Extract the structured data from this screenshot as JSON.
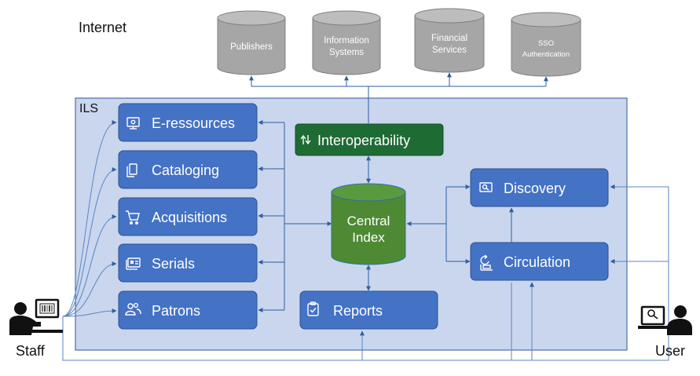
{
  "labels": {
    "internet": "Internet",
    "ils": "ILS",
    "staff": "Staff",
    "user": "User"
  },
  "external_systems": [
    {
      "id": "publishers",
      "lines": [
        "Publishers"
      ]
    },
    {
      "id": "information-systems",
      "lines": [
        "Information",
        "Systems"
      ]
    },
    {
      "id": "financial-services",
      "lines": [
        "Financial",
        "Services"
      ]
    },
    {
      "id": "sso-authentication",
      "lines": [
        "SSO",
        "Authentication"
      ]
    }
  ],
  "modules_left": [
    {
      "id": "e-ressources",
      "label": "E-ressources",
      "icon": "monitor-cloud-icon"
    },
    {
      "id": "cataloging",
      "label": "Cataloging",
      "icon": "documents-icon"
    },
    {
      "id": "acquisitions",
      "label": "Acquisitions",
      "icon": "cart-icon"
    },
    {
      "id": "serials",
      "label": "Serials",
      "icon": "serials-card-icon"
    },
    {
      "id": "patrons",
      "label": "Patrons",
      "icon": "people-icon"
    }
  ],
  "interoperability": {
    "label": "Interoperability",
    "icon": "swap-arrows-icon"
  },
  "central_index": {
    "lines": [
      "Central",
      "Index"
    ]
  },
  "reports": {
    "label": "Reports",
    "icon": "clipboard-check-icon"
  },
  "discovery": {
    "label": "Discovery",
    "icon": "search-screen-icon"
  },
  "circulation": {
    "label": "Circulation",
    "icon": "circulation-icon"
  },
  "colors": {
    "module_blue": "#4472c4",
    "module_border": "#2f528f",
    "ils_background": "#c9d6ee",
    "ils_border": "#2f5597",
    "interop_green": "#1e6b34",
    "index_green": "#4e8a34",
    "db_gray": "#a6a6a6"
  }
}
